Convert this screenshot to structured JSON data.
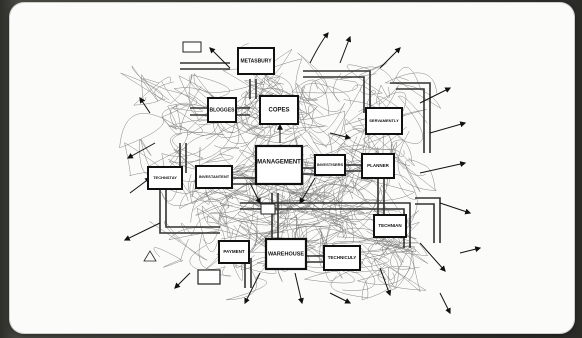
{
  "nodes": {
    "metasbury": "METASBURY",
    "blogges": "BLOGGES",
    "copes": "COPES",
    "servamently": "SERVAMENTLY",
    "technstay": "TECHNSTAY",
    "investantent": "INVESTANTENT",
    "management": "MANAGEMENT",
    "investisers": "INVESTISERS",
    "planner": "PLANNER",
    "technian": "TECHNIAN",
    "payment": "PAYMENT",
    "warehouse": "WAREHOUSE",
    "techniculy": "TECHNICULY"
  }
}
